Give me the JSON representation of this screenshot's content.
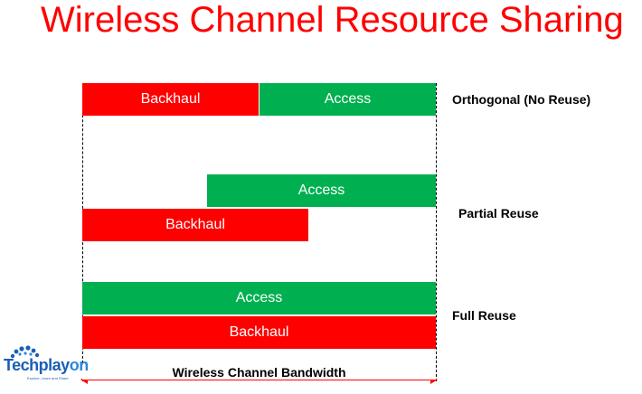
{
  "title": "Wireless Channel Resource Sharing",
  "colors": {
    "backhaul": "#ff0000",
    "access": "#00b050",
    "title": "#ff0000"
  },
  "schemes": [
    {
      "name": "Orthogonal (No Reuse)",
      "backhaul_label": "Backhaul",
      "access_label": "Access"
    },
    {
      "name": "Partial Reuse",
      "backhaul_label": "Backhaul",
      "access_label": "Access"
    },
    {
      "name": "Full Reuse",
      "backhaul_label": "Backhaul",
      "access_label": "Access"
    }
  ],
  "bandwidth_label": "Wireless Channel Bandwidth",
  "logo": {
    "name_main": "Techplay",
    "name_accent": "on",
    "tagline": "Explore, Learn and Share"
  }
}
